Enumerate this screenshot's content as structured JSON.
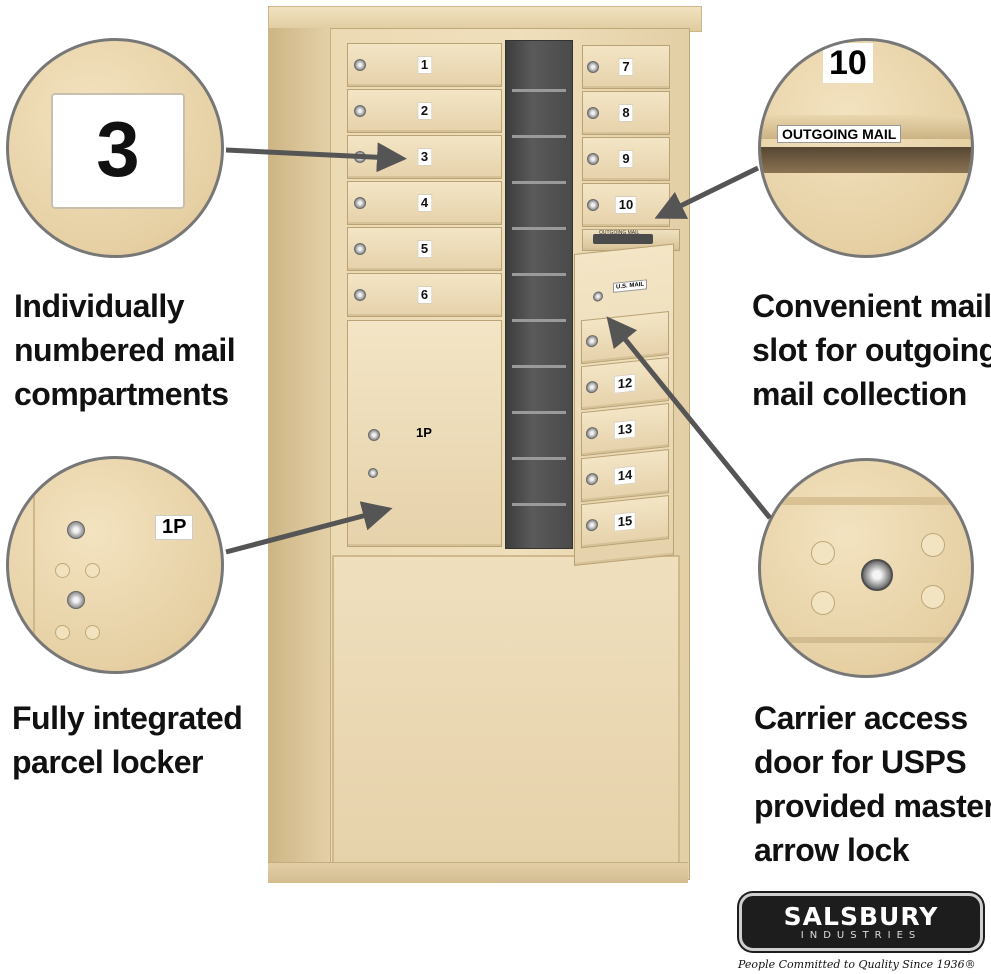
{
  "callouts": {
    "compartments": [
      "Individually",
      "numbered mail",
      "compartments"
    ],
    "parcel": [
      "Fully integrated",
      "parcel locker"
    ],
    "outgoing": [
      "Convenient mail",
      "slot for outgoing",
      "mail collection"
    ],
    "carrier": [
      "Carrier access",
      "door for USPS",
      "provided master",
      "arrow lock"
    ]
  },
  "left_column_doors": [
    "1",
    "2",
    "3",
    "4",
    "5",
    "6"
  ],
  "right_column_doors": [
    "7",
    "8",
    "9",
    "10",
    "",
    "",
    "12",
    "13",
    "14",
    "15"
  ],
  "parcel_locker_label": "1P",
  "slot_label": "OUTGOING MAIL",
  "us_mail_label": "U.S. MAIL",
  "zoom_compartment_number": "3",
  "zoom_top_number": "10",
  "zoom_outgoing_label": "OUTGOING MAIL",
  "zoom_parcel_label": "1P",
  "logo": {
    "name": "SALSBURY",
    "sub": "INDUSTRIES",
    "tagline": "People Committed to Quality Since 1936®"
  },
  "colors": {
    "cabinet": "#ead7ae",
    "arrow": "#555555",
    "text": "#111111"
  }
}
